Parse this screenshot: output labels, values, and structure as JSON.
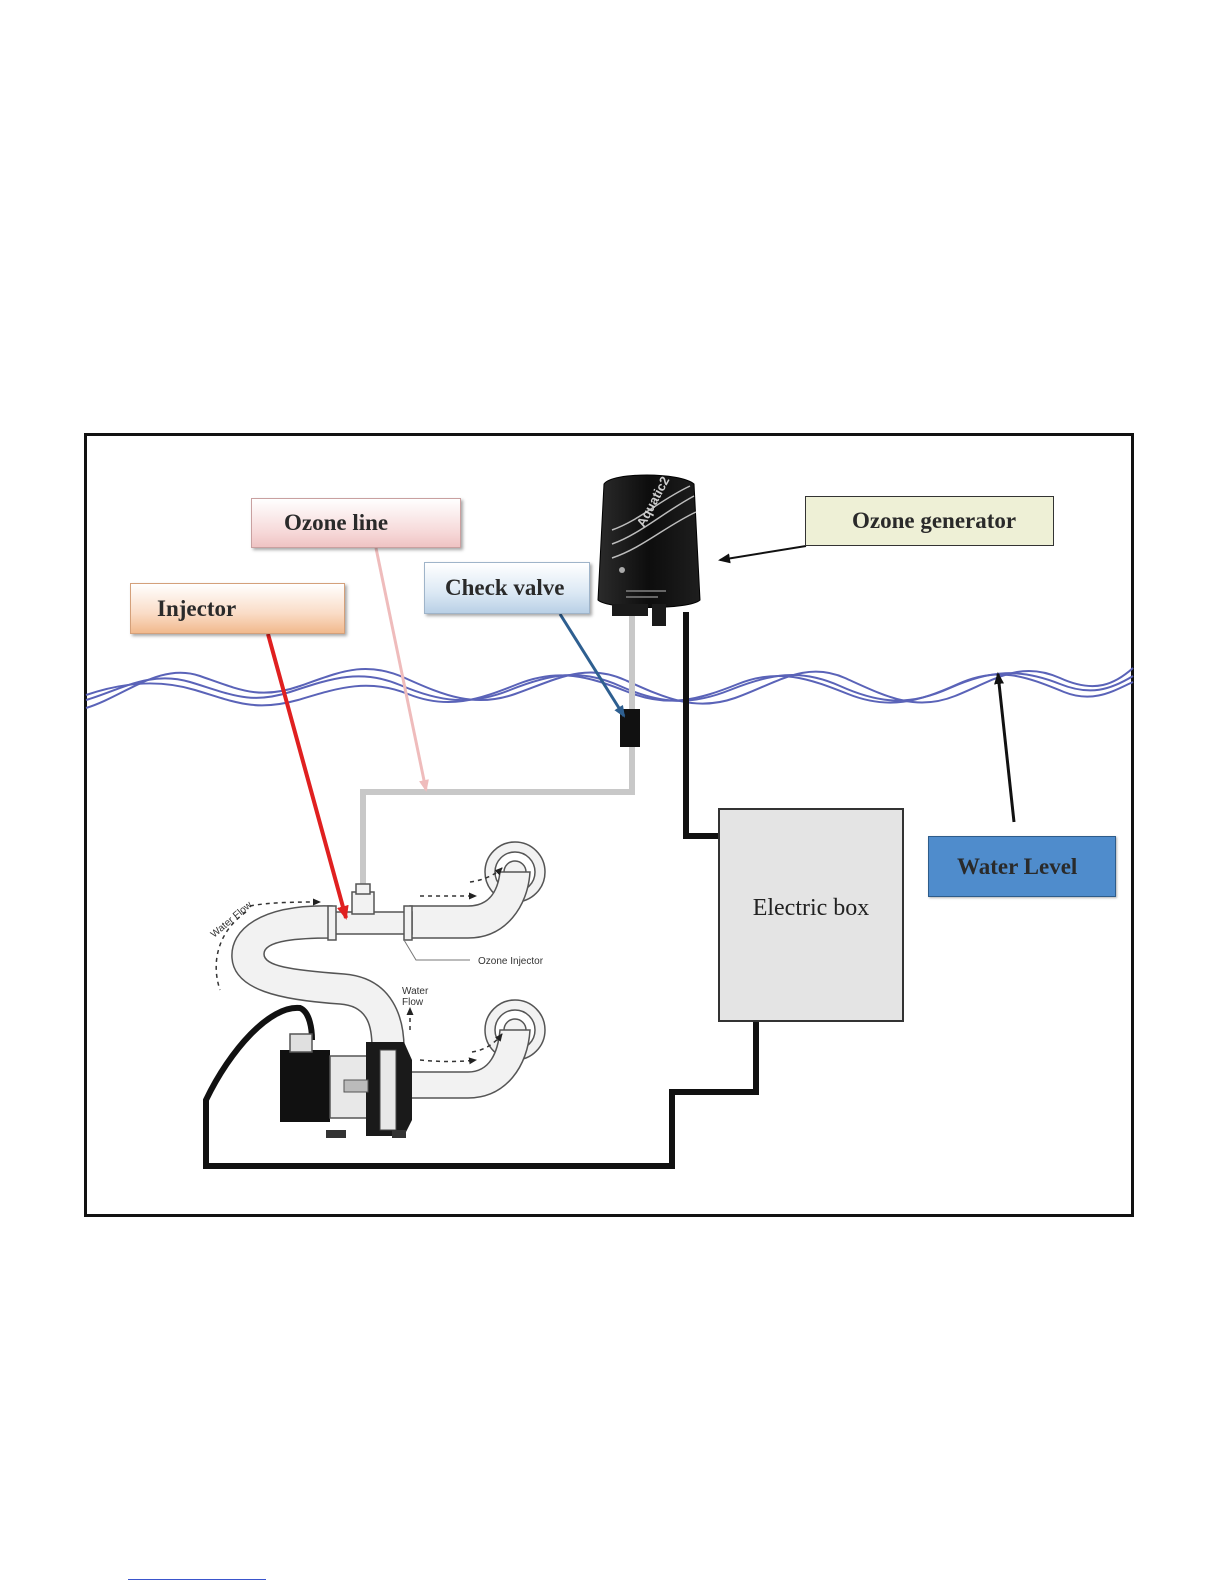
{
  "labels": {
    "ozone_line": "Ozone line",
    "injector": "Injector",
    "check_valve": "Check valve",
    "ozone_generator": "Ozone generator",
    "water_level": "Water Level",
    "electric_box": "Electric box"
  },
  "illustration": {
    "brand": "Aquatic2",
    "water_flow_top": "Water Flow",
    "water_flow_bottom_1": "Water",
    "water_flow_bottom_2": "Flow",
    "ozone_injector": "Ozone Injector"
  },
  "colors": {
    "water_line": "#5a63b8",
    "injector_arrow": "#e02020",
    "ozone_line_arrow": "#efbcbc",
    "check_valve_arrow": "#2e5f90",
    "ozone_tube": "#c8c8c8",
    "power_cable": "#111111"
  }
}
